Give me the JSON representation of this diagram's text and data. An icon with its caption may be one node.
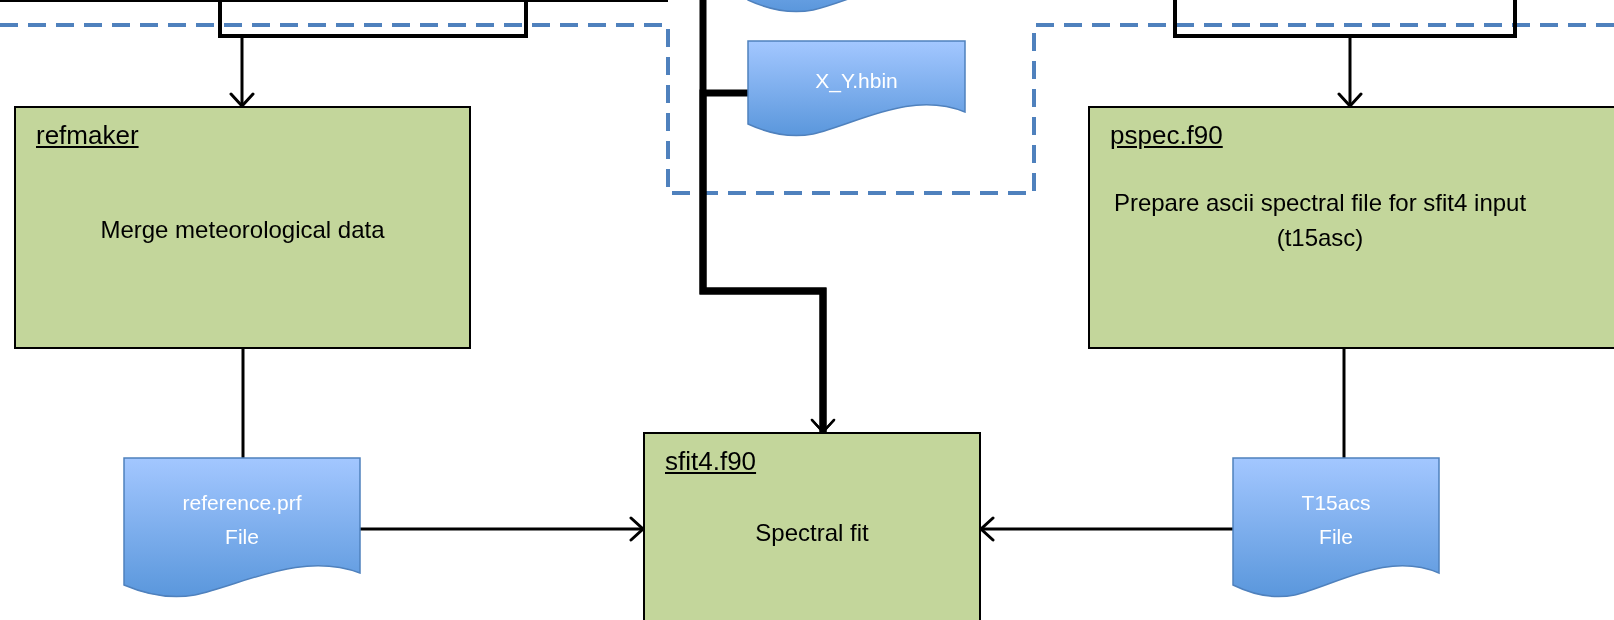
{
  "diagram": {
    "nodes": [
      {
        "text": [],
        "shape": "box"
      },
      {
        "text": [],
        "shape": "box"
      },
      {
        "text": [],
        "shape": "document"
      },
      {
        "text": [],
        "shape": "box"
      },
      {
        "text": [
          "refmaker",
          "Merge meteorological data"
        ]
      },
      {
        "text": [
          "X_Y.hbin"
        ]
      },
      {
        "text": [
          "pspec.f90",
          "Prepare ascii spectral file for sfit4 input (t15asc)"
        ]
      },
      {
        "text": [
          "reference.prf",
          "File"
        ]
      },
      {
        "text": [
          "sfit4.f90",
          "Spectral fit"
        ]
      },
      {
        "text": [
          "T15acs",
          "File"
        ]
      }
    ],
    "edges": [
      {
        "from": 1,
        "to": 4,
        "arrow": "to"
      },
      {
        "from": 2,
        "to": 8,
        "arrow": "to",
        "style": "thick"
      },
      {
        "from": 5,
        "to": 8,
        "arrow": "to",
        "style": "thick"
      },
      {
        "from": 3,
        "to": 6,
        "arrow": "to"
      },
      {
        "from": 4,
        "to": 7,
        "arrow": "none"
      },
      {
        "from": 6,
        "to": 9,
        "arrow": "none"
      },
      {
        "from": 7,
        "to": 8,
        "arrow": "to"
      },
      {
        "from": 9,
        "to": 8,
        "arrow": "to"
      }
    ]
  }
}
